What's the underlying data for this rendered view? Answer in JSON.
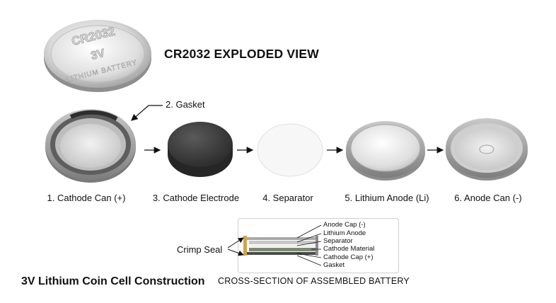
{
  "title": "CR2032 EXPLODED VIEW",
  "subtitle": "3V Lithium Coin Cell Construction",
  "section_caption": "CROSS-SECTION OF ASSEMBLED BATTERY",
  "battery_top": {
    "model": "CR2032",
    "voltage": "3V",
    "chemistry": "LITHIUM BATTERY"
  },
  "gasket_label": "2. Gasket",
  "components": [
    {
      "label": "1. Cathode Can (+)"
    },
    {
      "label": "3. Cathode Electrode"
    },
    {
      "label": "4. Separator"
    },
    {
      "label": "5. Lithium Anode (Li)"
    },
    {
      "label": "6. Anode Can (-)"
    }
  ],
  "cross_section": {
    "crimp_label": "Crimp Seal",
    "layers": [
      "Anode Cap (-)",
      "Lithium Anode",
      "Separator",
      "Cathode Material",
      "Cathode Cap (+)",
      "Gasket"
    ]
  },
  "colors": {
    "metal_light": "#e8e8e8",
    "metal_dark": "#8a8a8a",
    "cathode_electrode": "#3a3a3a",
    "separator": "#f6f6f6",
    "gasket": "#d4a24c",
    "cathode_material": "#7c8a72"
  }
}
